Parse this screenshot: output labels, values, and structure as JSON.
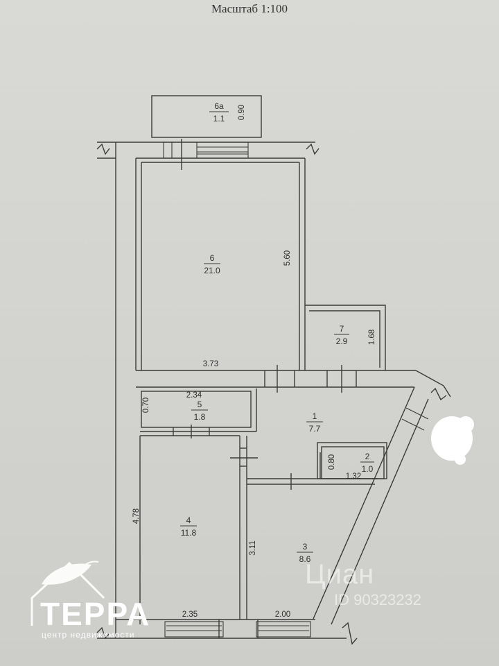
{
  "header": {
    "scale": "Масштаб 1:100"
  },
  "rooms": [
    {
      "num": "6а",
      "area": "1.1"
    },
    {
      "num": "6",
      "area": "21.0"
    },
    {
      "num": "7",
      "area": "2.9"
    },
    {
      "num": "5",
      "area": "1.8"
    },
    {
      "num": "1",
      "area": "7.7"
    },
    {
      "num": "2",
      "area": "1.0"
    },
    {
      "num": "4",
      "area": "11.8"
    },
    {
      "num": "3",
      "area": "8.6"
    }
  ],
  "dimensions": {
    "balcony_depth": "0.90",
    "room6_length": "5.60",
    "room7_length": "1.68",
    "corridor_width": "3.73",
    "room5_width": "2.34",
    "room5_depth": "0.70",
    "room2_depth": "0.80",
    "room2_width": "1.32",
    "room4_length": "4.78",
    "room3_length": "3.11",
    "room4_width": "2.35",
    "room3_width": "2.00"
  },
  "watermarks": {
    "cian": "Циан",
    "cian_id": "ID 90323232"
  },
  "logo": {
    "name": "ТЕРРА",
    "subtitle": "центр недвижимости"
  }
}
